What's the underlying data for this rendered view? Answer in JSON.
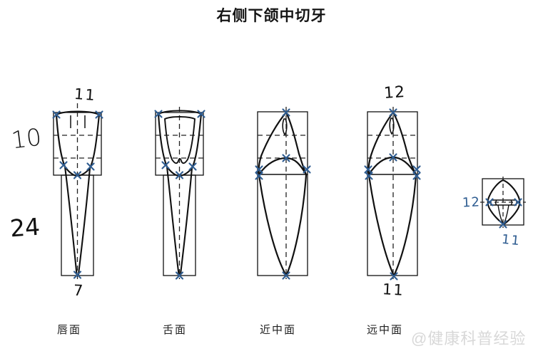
{
  "header": {
    "title": "右侧下颌中切牙"
  },
  "watermark": {
    "handle": "@健康科普经验"
  },
  "annotations": {
    "crown_height_left": "10",
    "root_length_left": "24",
    "labial_crown_width": "11",
    "labial_root_width": "7",
    "distal_crown_top": "12",
    "distal_crown_bottom": "11",
    "incisal_labiolingual": "12",
    "incisal_mesiodistal": "11"
  },
  "views": [
    {
      "id": "labial",
      "caption": "唇面",
      "number_top": "11",
      "number_bottom": "7"
    },
    {
      "id": "lingual",
      "caption": "舌面",
      "number_top": "",
      "number_bottom": ""
    },
    {
      "id": "mesial",
      "caption": "近中面",
      "number_top": "",
      "number_bottom": ""
    },
    {
      "id": "distal",
      "caption": "远中面",
      "number_top": "12",
      "number_bottom": "11"
    },
    {
      "id": "incisal",
      "caption": "",
      "number_left": "12",
      "number_bottom": "11"
    }
  ],
  "colors": {
    "outline": "#111111",
    "ink_blue": "#2f5d91",
    "guide": "#222222",
    "background": "#ffffff",
    "watermark": "#d8d8d8"
  }
}
